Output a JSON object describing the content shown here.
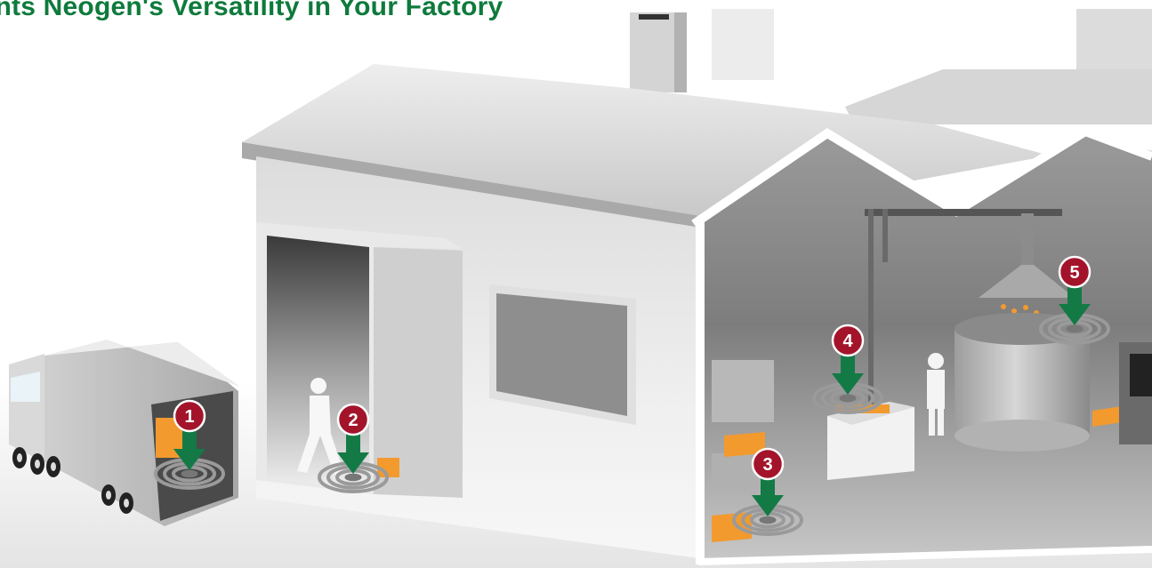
{
  "headline": "ints Neogen's Versatility in Your Factory",
  "markers": [
    {
      "number": "1",
      "location": "truck"
    },
    {
      "number": "2",
      "location": "loading-door"
    },
    {
      "number": "3",
      "location": "storage"
    },
    {
      "number": "4",
      "location": "processing-table"
    },
    {
      "number": "5",
      "location": "mixing-tank"
    }
  ],
  "colors": {
    "headline": "#0e7a3c",
    "arrow": "#137a45",
    "marker_badge": "#a3142b",
    "box": "#f29a2e",
    "wall": "#d9d9d9"
  }
}
